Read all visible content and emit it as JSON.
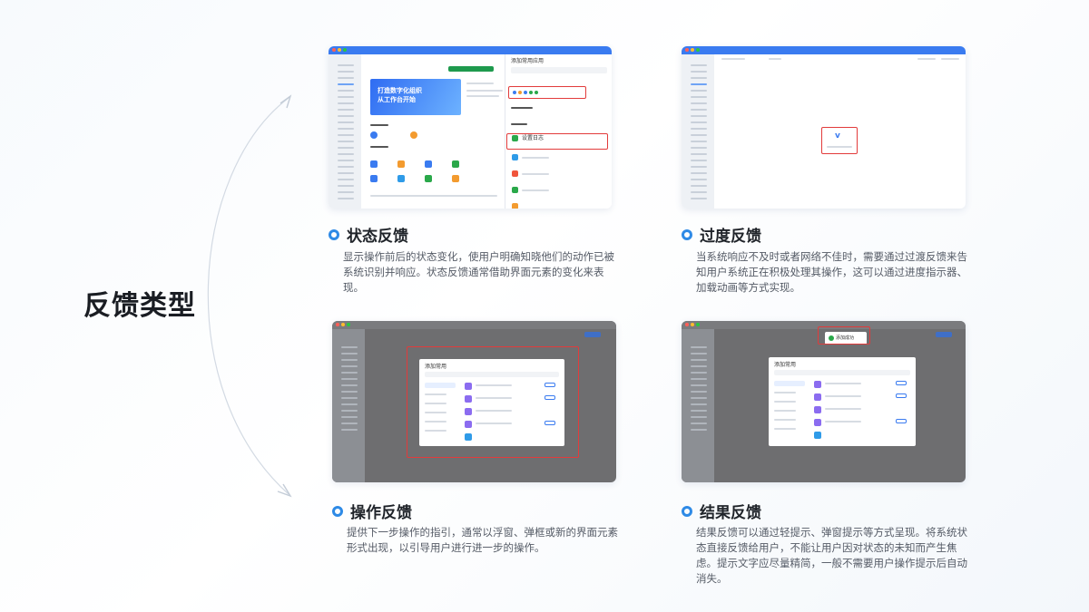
{
  "page": {
    "title": "反馈类型"
  },
  "cards": [
    {
      "heading": "状态反馈",
      "description": "显示操作前后的状态变化，使用户明确知晓他们的动作已被系统识别并响应。状态反馈通常借助界面元素的变化来表现。",
      "mock": {
        "banner_line1": "打造数字化组织",
        "banner_line2": "从工作台开始",
        "panel_title": "添加常用应用",
        "app_name": "设置日志"
      }
    },
    {
      "heading": "过度反馈",
      "description": "当系统响应不及时或者网络不佳时，需要通过过渡反馈来告知用户系统正在积极处理其操作，这可以通过进度指示器、加载动画等方式实现。"
    },
    {
      "heading": "操作反馈",
      "description": "提供下一步操作的指引，通常以浮窗、弹框或新的界面元素形式出现，以引导用户进行进一步的操作。",
      "mock": {
        "dialog_title": "添加常用"
      }
    },
    {
      "heading": "结果反馈",
      "description": "结果反馈可以通过轻提示、弹窗提示等方式呈现。将系统状态直接反馈给用户，不能让用户因对状态的未知而产生焦虑。提示文字应尽量精简，一般不需要用户操作提示后自动消失。",
      "mock": {
        "dialog_title": "添加常用",
        "toast_text": "添加成功"
      }
    }
  ],
  "colors": {
    "accent": "#2e8ae6",
    "highlight_box": "#e23b3b",
    "title": "#1a1d23",
    "body_text": "#555b66"
  }
}
